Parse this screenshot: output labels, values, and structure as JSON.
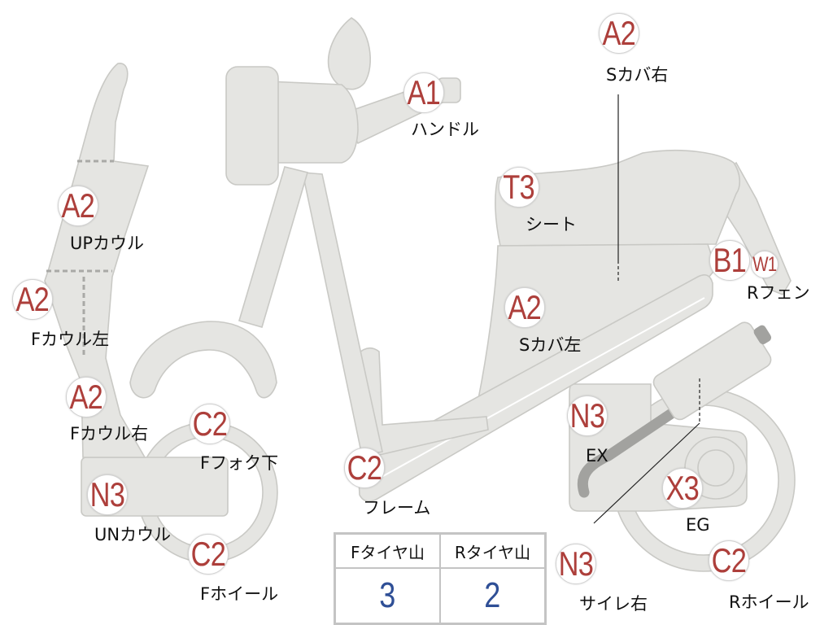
{
  "parts": {
    "handle": {
      "code": "A1",
      "label": "ハンドル"
    },
    "side_cover_right": {
      "code": "A2",
      "label": "Sカバ右"
    },
    "upper_cowl": {
      "code": "A2",
      "label": "UPカウル"
    },
    "seat": {
      "code": "T3",
      "label": "シート"
    },
    "front_cowl_left": {
      "code": "A2",
      "label": "Fカウル左"
    },
    "rear_fender": {
      "code": "B1",
      "code2": "W1",
      "label": "Rフェン"
    },
    "side_cover_left": {
      "code": "A2",
      "label": "Sカバ左"
    },
    "front_cowl_right": {
      "code": "A2",
      "label": "Fカウル右"
    },
    "front_fork_lower": {
      "code": "C2",
      "label": "Fフォク下"
    },
    "exhaust": {
      "code": "N3",
      "label": "EX"
    },
    "frame": {
      "code": "C2",
      "label": "フレーム"
    },
    "under_cowl": {
      "code": "N3",
      "label": "UNカウル"
    },
    "engine": {
      "code": "X3",
      "label": "EG"
    },
    "front_wheel": {
      "code": "C2",
      "label": "Fホイール"
    },
    "muffler_right": {
      "code": "N3",
      "label": "サイレ右"
    },
    "rear_wheel": {
      "code": "C2",
      "label": "Rホイール"
    }
  },
  "tire_table": {
    "headers": [
      "Fタイヤ山",
      "Rタイヤ山"
    ],
    "values": [
      "3",
      "2"
    ]
  },
  "colors": {
    "code_text": "#ad3f3b",
    "value_text": "#2f4f96",
    "body_fill": "#e5e5e2",
    "body_stroke": "#c9c9c5"
  }
}
